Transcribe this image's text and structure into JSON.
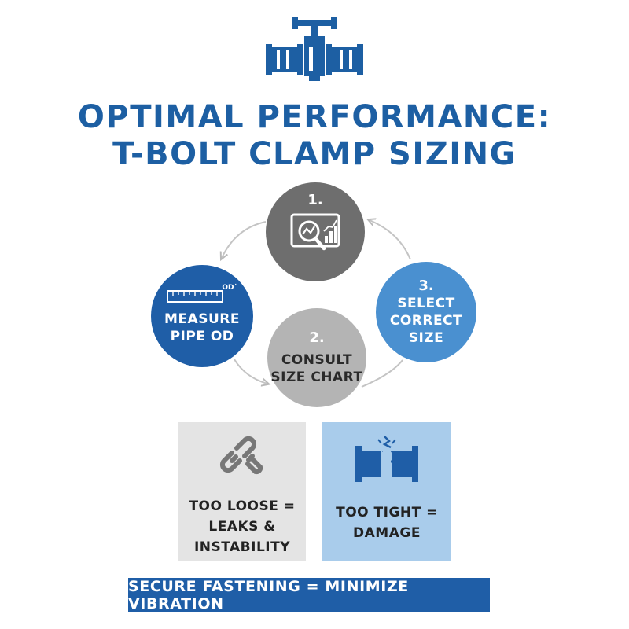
{
  "title": {
    "line1": "OPTIMAL PERFORMANCE:",
    "line2": "T-BOLT CLAMP SIZING"
  },
  "steps": [
    {
      "number": "1.",
      "label": ""
    },
    {
      "number": "",
      "label_line1": "MEASURE",
      "label_line2": "PIPE OD",
      "ruler_label": "OD˙"
    },
    {
      "number": "2.",
      "label_line1": "CONSULT",
      "label_line2": "SIZE CHART"
    },
    {
      "number": "3.",
      "label_line1": "SELECT",
      "label_line2": "CORRECT",
      "label_line3": "SIZE"
    }
  ],
  "panels": {
    "loose": {
      "line1": "TOO LOOSE =",
      "line2": "LEAKS &",
      "line3": "INSTABILITY"
    },
    "tight": {
      "line1": "TOO TIGHT =",
      "line2": "DAMAGE"
    }
  },
  "footer": "SECURE FASTENING = MINIMIZE VIBRATION",
  "colors": {
    "brand_blue": "#1d5fa3",
    "dark_gray": "#6e6e6e",
    "light_gray": "#b4b4b4",
    "light_blue": "#4a90d0",
    "panel_gray": "#e4e4e4",
    "panel_blue": "#a9cceb"
  }
}
